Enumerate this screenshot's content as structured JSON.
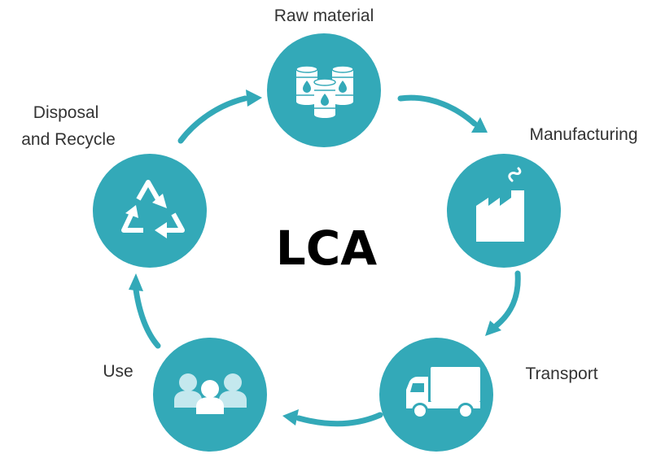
{
  "center": {
    "title": "LCA"
  },
  "stages": [
    {
      "label_lines": [
        "Raw material"
      ],
      "icon": "barrels-icon"
    },
    {
      "label_lines": [
        "Manufacturing"
      ],
      "icon": "factory-icon"
    },
    {
      "label_lines": [
        "Transport"
      ],
      "icon": "truck-icon"
    },
    {
      "label_lines": [
        "Use"
      ],
      "icon": "users-icon"
    },
    {
      "label_lines": [
        "Disposal",
        "and Recycle"
      ],
      "icon": "recycle-icon"
    }
  ],
  "colors": {
    "accent": "#33a9b8",
    "icon": "#ffffff",
    "icon_light": "#c4e8ee",
    "label_text": "#333333",
    "center_text": "#000000"
  }
}
